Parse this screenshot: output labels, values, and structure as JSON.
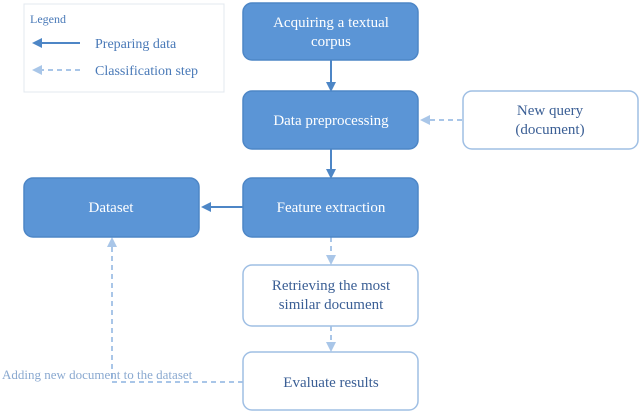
{
  "legend": {
    "title": "Legend",
    "items": [
      {
        "label": "Preparing data"
      },
      {
        "label": "Classification step"
      }
    ]
  },
  "nodes": {
    "acquiring": {
      "line1": "Acquiring a textual",
      "line2": "corpus"
    },
    "preprocessing": {
      "label": "Data preprocessing"
    },
    "new_query": {
      "line1": "New query",
      "line2": "(document)"
    },
    "dataset": {
      "label": "Dataset"
    },
    "feature": {
      "label": "Feature extraction"
    },
    "retrieving": {
      "line1": "Retrieving the most",
      "line2": "similar document"
    },
    "evaluate": {
      "label": "Evaluate results"
    }
  },
  "annotation": {
    "label": "Adding new document to the dataset"
  },
  "colors": {
    "solid_fill": "#5b95d6",
    "solid_stroke": "#4d86c6",
    "solid_text": "#ffffff",
    "light_stroke": "#9fbfe4",
    "light_text": "#3b5f95",
    "arrow_solid": "#4d86c6",
    "arrow_dashed": "#a9c6e8"
  }
}
